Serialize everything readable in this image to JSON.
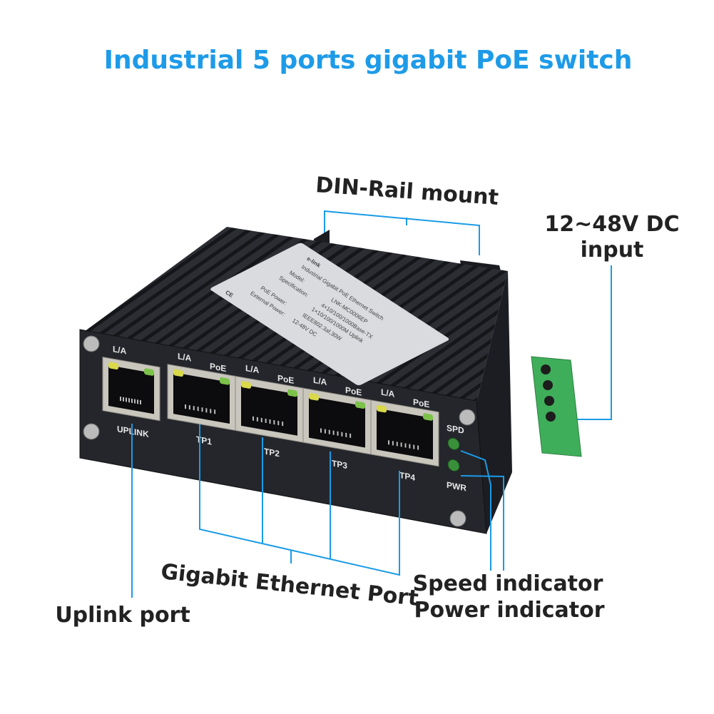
{
  "title": "Industrial 5 ports gigabit PoE switch",
  "callouts": {
    "din_rail": "DIN-Rail mount",
    "power_input_line1": "12~48V DC",
    "power_input_line2": "input",
    "ethernet_port": "Gigabit Ethernet Port",
    "uplink_port": "Uplink port",
    "speed_indicator": "Speed indicator",
    "power_indicator": "Power indicator"
  },
  "device": {
    "label": {
      "brand": "e-link",
      "product": "Industrial Gigabit PoE Ethernet Switch",
      "rows": [
        {
          "key": "Model:",
          "value": "LNK-MC0006EP"
        },
        {
          "key": "Specification:",
          "value": "4×10/100/1000Base-TX"
        },
        {
          "key": "",
          "value": "1×10/100/1000M Uplink"
        },
        {
          "key": "PoE Power:",
          "value": "IEEE802.3af,30W"
        },
        {
          "key": "External Power:",
          "value": "12-48V DC"
        }
      ],
      "marks": "CE"
    },
    "ports": [
      {
        "name": "UPLINK",
        "led_left": "L/A",
        "led_right": ""
      },
      {
        "name": "TP1",
        "led_left": "L/A",
        "led_right": "PoE"
      },
      {
        "name": "TP2",
        "led_left": "L/A",
        "led_right": "PoE"
      },
      {
        "name": "TP3",
        "led_left": "L/A",
        "led_right": "PoE"
      },
      {
        "name": "TP4",
        "led_left": "L/A",
        "led_right": "PoE"
      }
    ],
    "indicators": [
      "SPD",
      "PWR"
    ],
    "colors": {
      "led_yellow": "#d9d94a",
      "led_green": "#7cc24a",
      "terminal": "#3fae5a",
      "accent": "#1e9be8"
    }
  }
}
